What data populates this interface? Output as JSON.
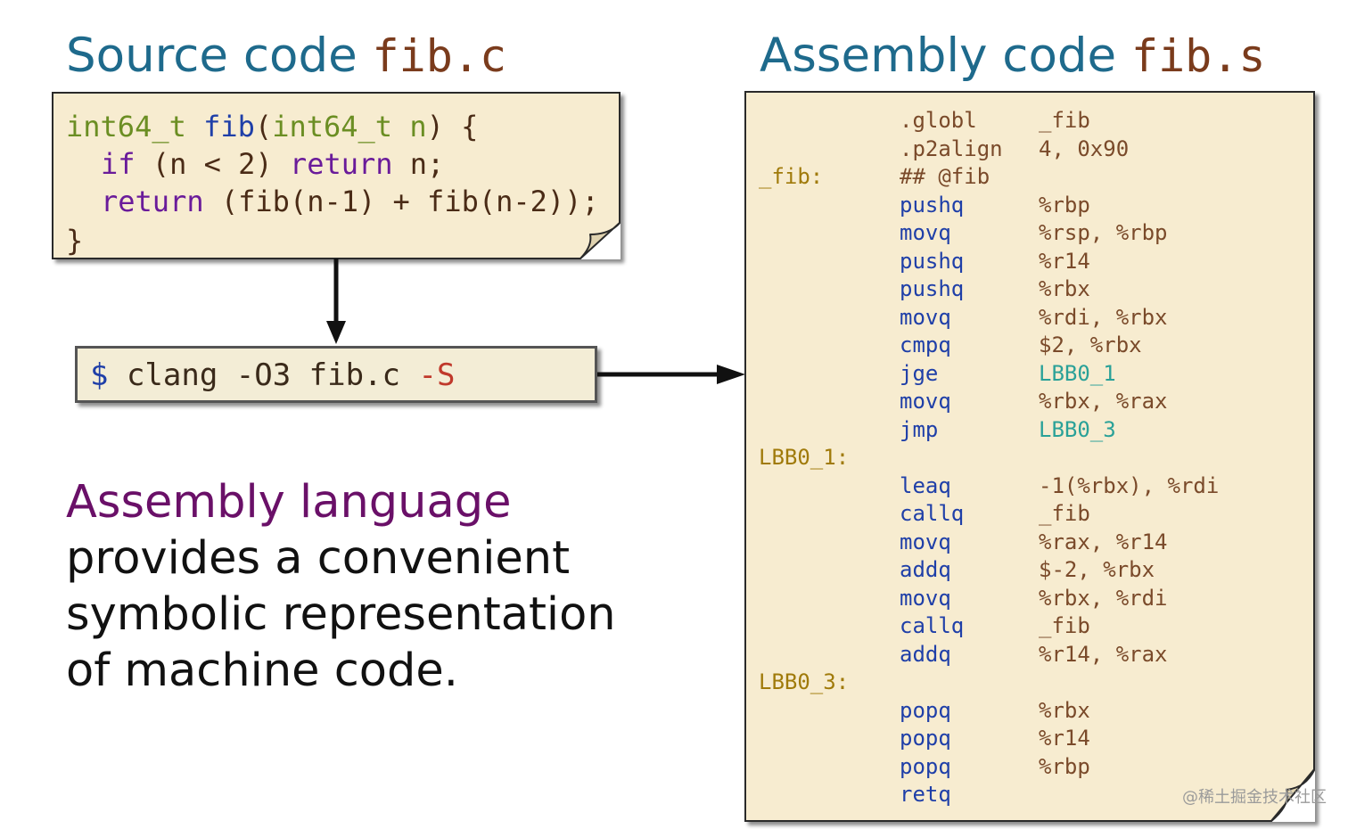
{
  "titles": {
    "source_label": "Source code ",
    "source_file": "fib.c",
    "assembly_label": "Assembly code ",
    "assembly_file": "fib.s"
  },
  "source_code": {
    "line1": {
      "type1": "int64_t",
      "fn": "fib",
      "p1": "(",
      "type2": "int64_t",
      "arg": " n",
      "p2": ") {"
    },
    "line2": {
      "kw1": "if",
      "cond": " (n < 2) ",
      "kw2": "return",
      "rest": " n;"
    },
    "line3": {
      "kw": "return",
      "rest": " (fib(n-1) + fib(n-2));"
    },
    "line4": "}"
  },
  "command": {
    "prompt": "$",
    "text": " clang -O3 fib.c ",
    "flag": "-S"
  },
  "blurb": {
    "highlight": "Assembly language",
    "line2": "provides a convenient",
    "line3": "symbolic representation",
    "line4": "of machine code."
  },
  "assembly": [
    {
      "label": "",
      "op": ".globl",
      "args": "_fib",
      "op_kind": "dir",
      "arg_kind": "dir"
    },
    {
      "label": "",
      "op": ".p2align",
      "args": "4, 0x90",
      "op_kind": "dir",
      "arg_kind": "dir"
    },
    {
      "label": "_fib:",
      "op": "## @fib",
      "args": "",
      "op_kind": "dir",
      "arg_kind": "dir"
    },
    {
      "label": "",
      "op": "pushq",
      "args": "%rbp",
      "op_kind": "ins",
      "arg_kind": "dir"
    },
    {
      "label": "",
      "op": "movq",
      "args": "%rsp, %rbp",
      "op_kind": "ins",
      "arg_kind": "dir"
    },
    {
      "label": "",
      "op": "pushq",
      "args": "%r14",
      "op_kind": "ins",
      "arg_kind": "dir"
    },
    {
      "label": "",
      "op": "pushq",
      "args": "%rbx",
      "op_kind": "ins",
      "arg_kind": "dir"
    },
    {
      "label": "",
      "op": "movq",
      "args": "%rdi, %rbx",
      "op_kind": "ins",
      "arg_kind": "dir"
    },
    {
      "label": "",
      "op": "cmpq",
      "args": "$2, %rbx",
      "op_kind": "ins",
      "arg_kind": "dir"
    },
    {
      "label": "",
      "op": "jge",
      "args": "LBB0_1",
      "op_kind": "ins",
      "arg_kind": "lbl"
    },
    {
      "label": "",
      "op": "movq",
      "args": "%rbx, %rax",
      "op_kind": "ins",
      "arg_kind": "dir"
    },
    {
      "label": "",
      "op": "jmp",
      "args": "LBB0_3",
      "op_kind": "ins",
      "arg_kind": "lbl"
    },
    {
      "label": "LBB0_1:",
      "op": "",
      "args": "",
      "op_kind": "ins",
      "arg_kind": "dir"
    },
    {
      "label": "",
      "op": "leaq",
      "args": "-1(%rbx), %rdi",
      "op_kind": "ins",
      "arg_kind": "dir"
    },
    {
      "label": "",
      "op": "callq",
      "args": "_fib",
      "op_kind": "ins",
      "arg_kind": "dir"
    },
    {
      "label": "",
      "op": "movq",
      "args": "%rax, %r14",
      "op_kind": "ins",
      "arg_kind": "dir"
    },
    {
      "label": "",
      "op": "addq",
      "args": "$-2, %rbx",
      "op_kind": "ins",
      "arg_kind": "dir"
    },
    {
      "label": "",
      "op": "movq",
      "args": "%rbx, %rdi",
      "op_kind": "ins",
      "arg_kind": "dir"
    },
    {
      "label": "",
      "op": "callq",
      "args": "_fib",
      "op_kind": "ins",
      "arg_kind": "dir"
    },
    {
      "label": "",
      "op": "addq",
      "args": "%r14, %rax",
      "op_kind": "ins",
      "arg_kind": "dir"
    },
    {
      "label": "LBB0_3:",
      "op": "",
      "args": "",
      "op_kind": "ins",
      "arg_kind": "dir"
    },
    {
      "label": "",
      "op": "popq",
      "args": "%rbx",
      "op_kind": "ins",
      "arg_kind": "dir"
    },
    {
      "label": "",
      "op": "popq",
      "args": "%r14",
      "op_kind": "ins",
      "arg_kind": "dir"
    },
    {
      "label": "",
      "op": "popq",
      "args": "%rbp",
      "op_kind": "ins",
      "arg_kind": "dir"
    },
    {
      "label": "",
      "op": "retq",
      "args": "",
      "op_kind": "ins",
      "arg_kind": "dir"
    }
  ],
  "watermark": "@稀土掘金技术社区",
  "colors": {
    "paper": "#f7ecd0",
    "title": "#1e6a8c",
    "keyword": "#6a1b9a",
    "type": "#6b8e23",
    "function": "#1f3fa8",
    "label": "#a07a0a",
    "flag": "#c0392b"
  }
}
